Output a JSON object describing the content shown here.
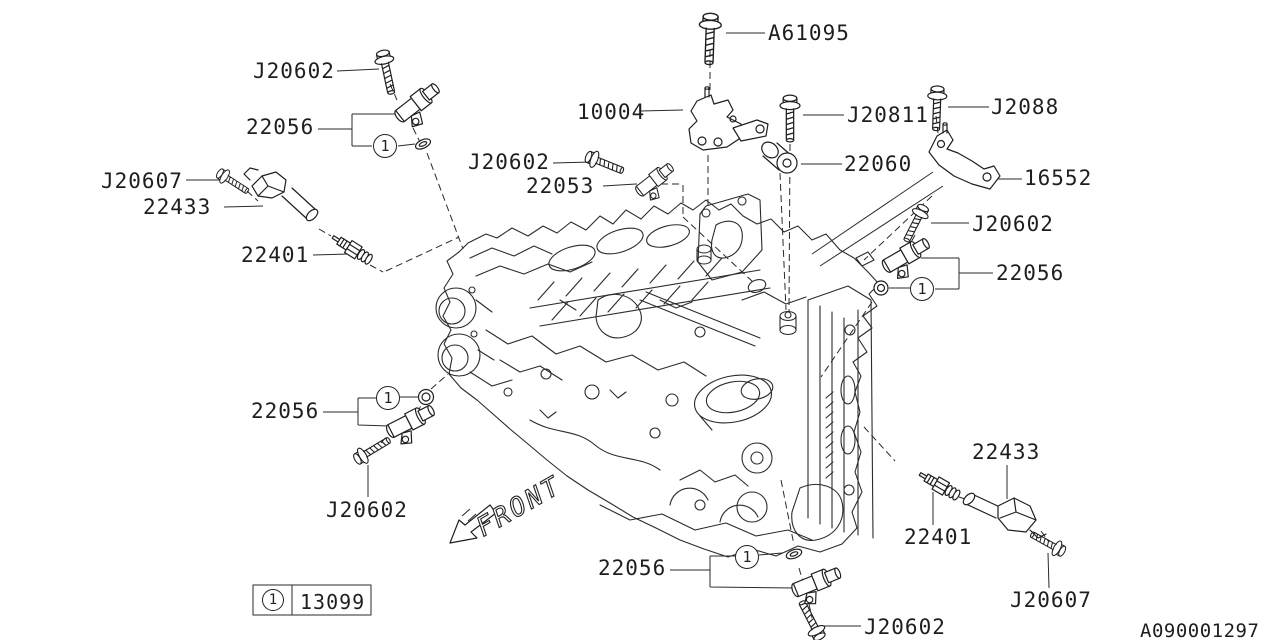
{
  "diagram": {
    "drawing_number": "A090001297",
    "front_label": "FRONT",
    "callout_symbol": "1",
    "legend": {
      "symbol": "1",
      "part_number": "13099"
    },
    "callouts": [
      {
        "text": "J20602"
      },
      {
        "text": "22056"
      },
      {
        "text": "J20607"
      },
      {
        "text": "22433"
      },
      {
        "text": "22401"
      },
      {
        "text": "J20602"
      },
      {
        "text": "22053"
      },
      {
        "text": "10004"
      },
      {
        "text": "A61095"
      },
      {
        "text": "J20811"
      },
      {
        "text": "J2088"
      },
      {
        "text": "22060"
      },
      {
        "text": "16552"
      },
      {
        "text": "J20602"
      },
      {
        "text": "22056"
      },
      {
        "text": "22056"
      },
      {
        "text": "J20602"
      },
      {
        "text": "22056"
      },
      {
        "text": "J20602"
      },
      {
        "text": "22433"
      },
      {
        "text": "22401"
      },
      {
        "text": "J20607"
      }
    ]
  }
}
